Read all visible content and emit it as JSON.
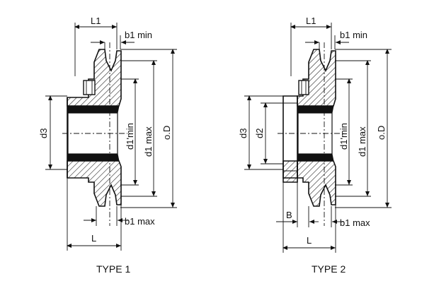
{
  "type1": {
    "caption": "TYPE 1",
    "L1": "L1",
    "b1_min": "b1 min",
    "d3": "d3",
    "d1_min": "d1'min",
    "d1_max_vertical": "d1 max",
    "oD": "o.D",
    "b1_max": "b1 max",
    "L": "L"
  },
  "type2": {
    "caption": "TYPE 2",
    "L1": "L1",
    "b1_min": "b1 min",
    "d3": "d3",
    "d2": "d2",
    "d1_min": "d1'min",
    "d1_max_vertical": "d1 max",
    "oD": "o.D",
    "B": "B",
    "b1_max": "b1 max",
    "L": "L"
  }
}
